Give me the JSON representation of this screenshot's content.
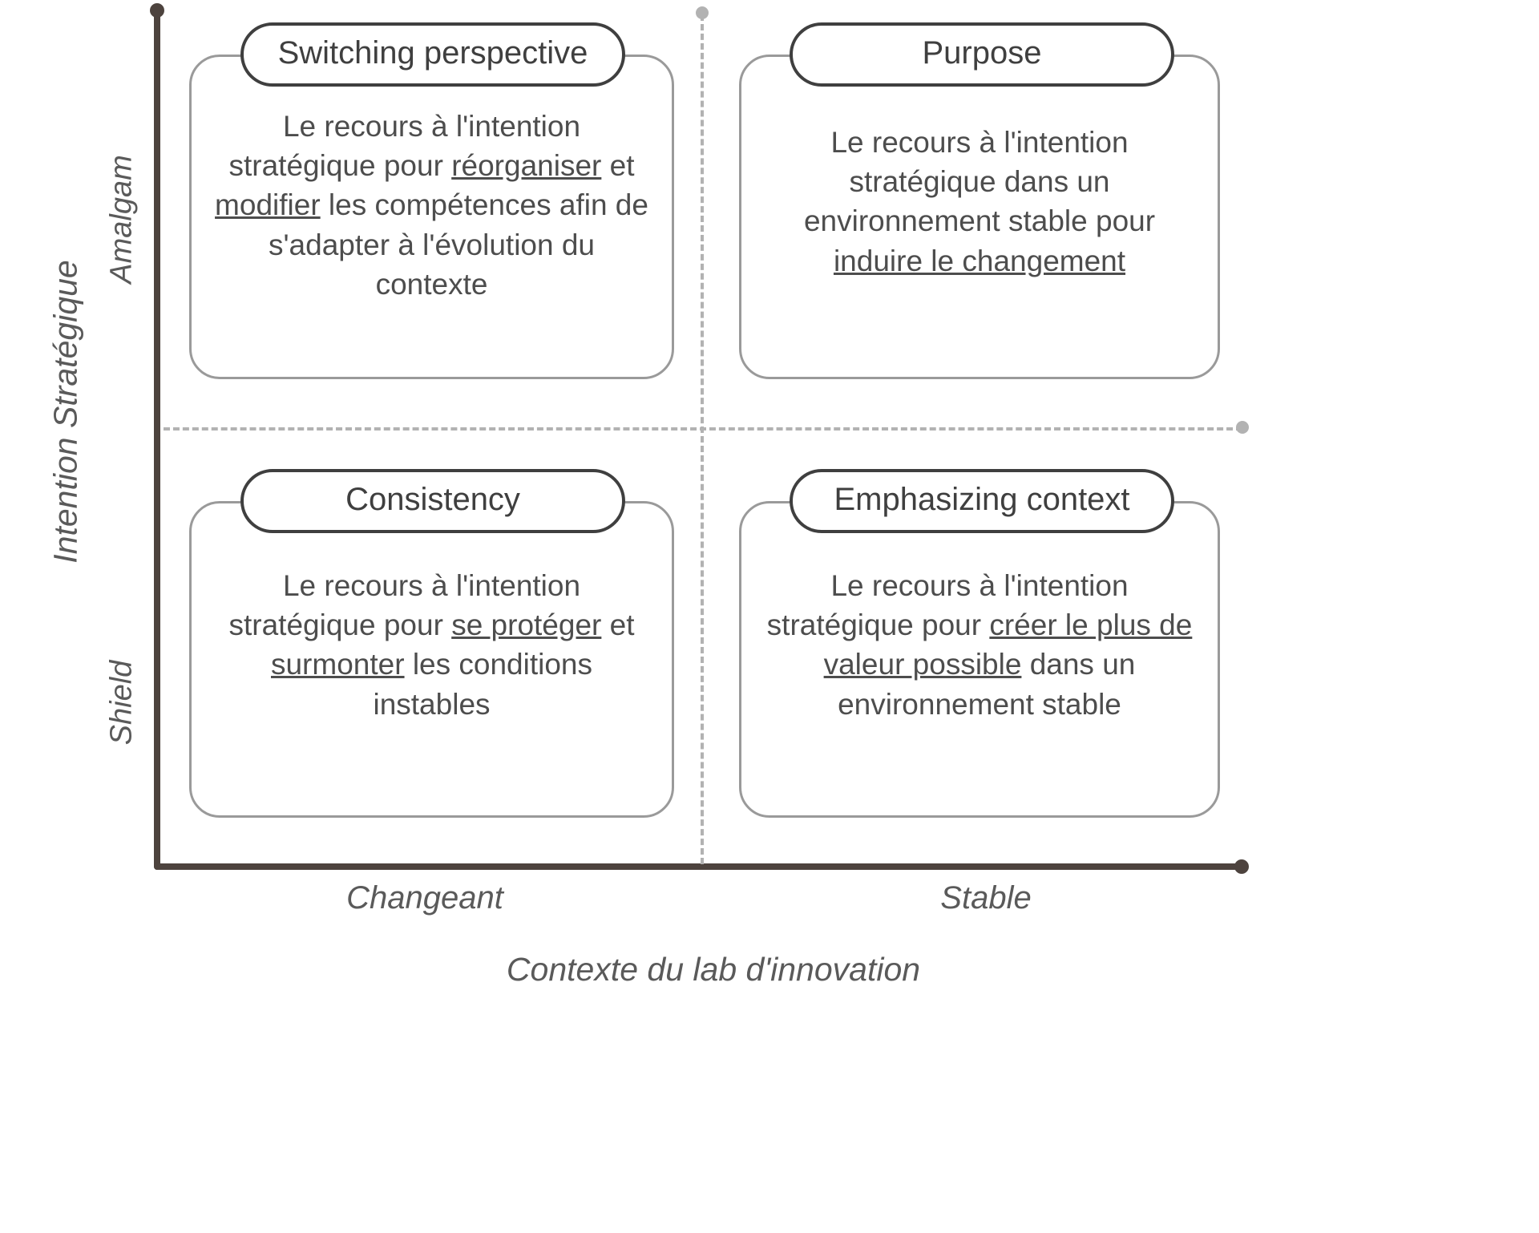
{
  "axes": {
    "y_title": "Intention Stratégique",
    "x_title": "Contexte du lab d'innovation",
    "y_ticks": [
      "Amalgam",
      "Shield"
    ],
    "x_ticks": [
      "Changeant",
      "Stable"
    ]
  },
  "quadrants": {
    "top_left": {
      "label": "Switching perspective",
      "text_parts": [
        {
          "t": "Le recours à l'intention stratégique pour ",
          "u": false
        },
        {
          "t": "réorganiser",
          "u": true
        },
        {
          "t": " et ",
          "u": false
        },
        {
          "t": "modifier",
          "u": true
        },
        {
          "t": " les compétences afin de s'adapter à l'évolution du contexte",
          "u": false
        }
      ],
      "plain": "Le recours à l'intention stratégique pour réorganiser et modifier les compétences afin de s'adapter à l'évolution du contexte"
    },
    "top_right": {
      "label": "Purpose",
      "text_parts": [
        {
          "t": "Le recours à l'intention stratégique dans un environnement stable pour ",
          "u": false
        },
        {
          "t": "induire le changement",
          "u": true
        }
      ],
      "plain": "Le recours à l'intention stratégique dans un environnement stable pour induire le changement"
    },
    "bottom_left": {
      "label": "Consistency",
      "text_parts": [
        {
          "t": "Le recours à l'intention stratégique pour ",
          "u": false
        },
        {
          "t": "se protéger",
          "u": true
        },
        {
          "t": " et ",
          "u": false
        },
        {
          "t": "surmonter",
          "u": true
        },
        {
          "t": " les conditions instables",
          "u": false
        }
      ],
      "plain": "Le recours à l'intention stratégique pour se protéger et surmonter les conditions instables"
    },
    "bottom_right": {
      "label": "Emphasizing context",
      "text_parts": [
        {
          "t": "Le recours à l'intention stratégique pour ",
          "u": false
        },
        {
          "t": "créer le plus de valeur possible",
          "u": true
        },
        {
          "t": " dans un environnement stable",
          "u": false
        }
      ],
      "plain": "Le recours à l'intention stratégique pour créer le plus de valeur possible dans un environnement stable"
    }
  },
  "colors": {
    "axis": "#4d433e",
    "divider": "#b2b2b2",
    "card_border": "#9a9a9a",
    "pill_border": "#3f3f3f",
    "body_text": "#4d4d4d",
    "axis_text": "#5a5a5a"
  }
}
